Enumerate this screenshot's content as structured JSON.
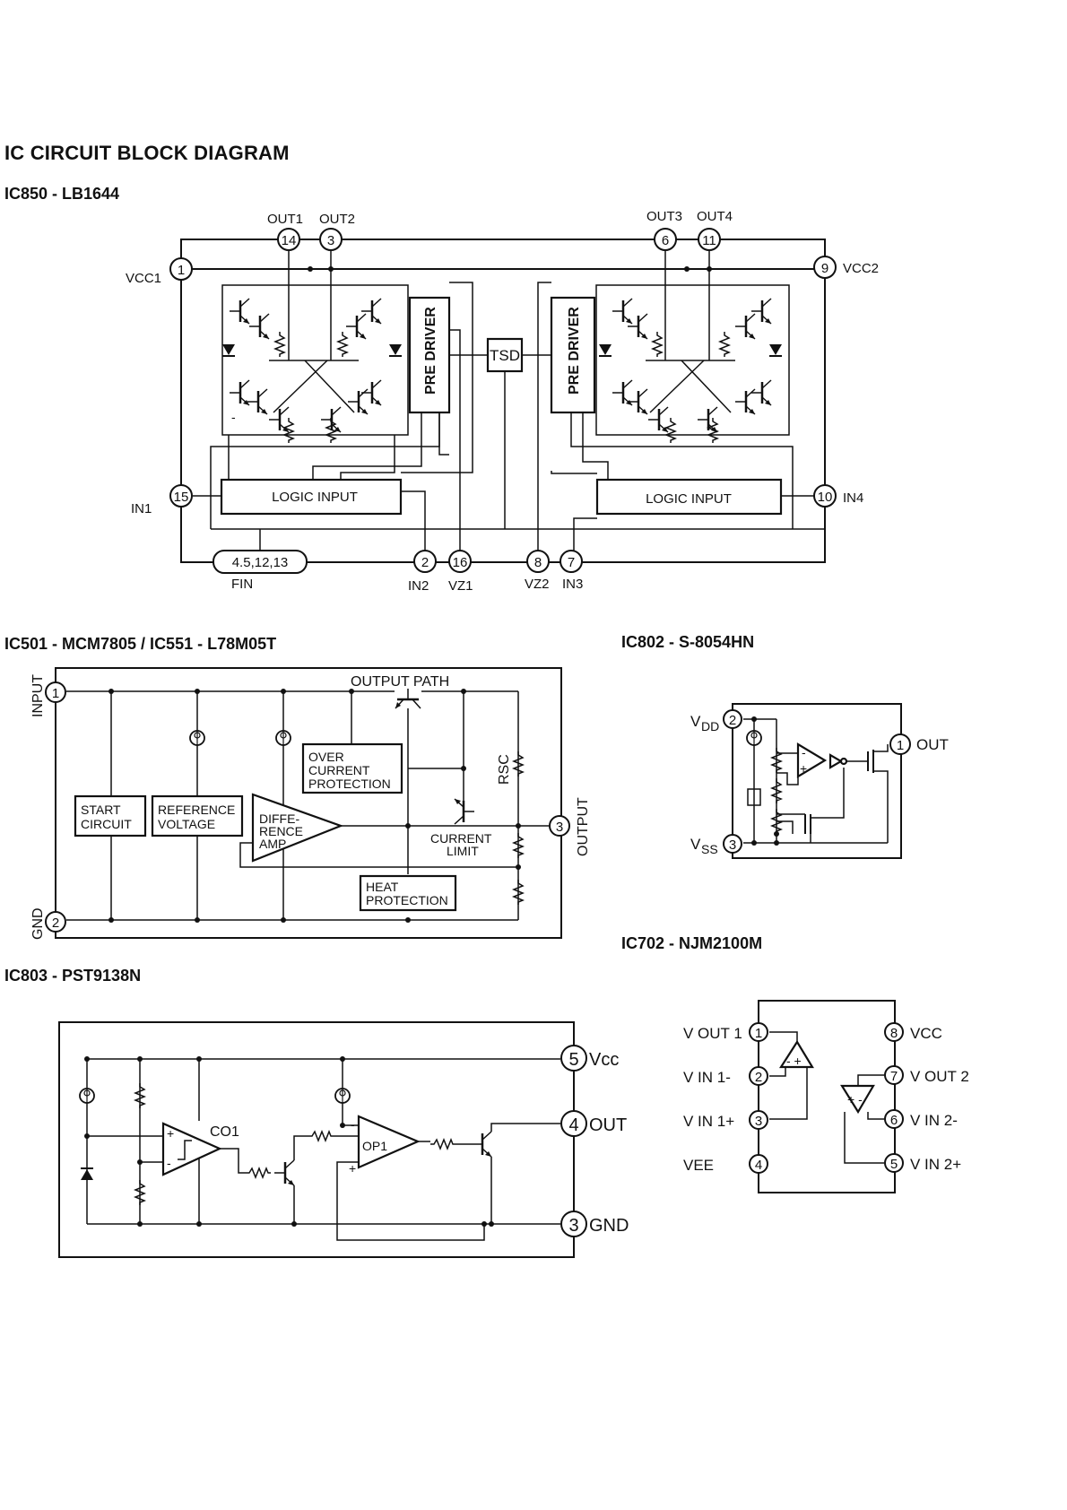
{
  "page_title": "IC CIRCUIT BLOCK DIAGRAM",
  "ic850": {
    "title": "IC850 - LB1644",
    "pins": {
      "p14": "14",
      "p3": "3",
      "p6": "6",
      "p11": "11",
      "p1": "1",
      "p9": "9",
      "p15": "15",
      "p10": "10",
      "fin": "4.5,12,13",
      "p2": "2",
      "p16": "16",
      "p8": "8",
      "p7": "7"
    },
    "labels": {
      "out1": "OUT1",
      "out2": "OUT2",
      "out3": "OUT3",
      "out4": "OUT4",
      "vcc1": "VCC1",
      "vcc2": "VCC2",
      "in1": "IN1",
      "in4": "IN4",
      "fin": "FIN",
      "in2": "IN2",
      "vz1": "VZ1",
      "vz2": "VZ2",
      "in3": "IN3",
      "tsd": "TSD",
      "pre_driver_left": "PRE DRIVER",
      "pre_driver_right": "PRE DRIVER",
      "logic_left": "LOGIC INPUT",
      "logic_right": "LOGIC INPUT"
    }
  },
  "ic501": {
    "title": "IC501 - MCM7805 / IC551 - L78M05T",
    "pins": {
      "p1": "1",
      "p2": "2",
      "p3": "3"
    },
    "labels": {
      "input": "INPUT",
      "gnd": "GND",
      "output": "OUTPUT",
      "output_path": "OUTPUT PATH",
      "rsc": "RSC",
      "start_l1": "START",
      "start_l2": "CIRCUIT",
      "ref_l1": "REFERENCE",
      "ref_l2": "VOLTAGE",
      "diff_l1": "DIFFE-",
      "diff_l2": "RENCE",
      "diff_l3": "AMP",
      "over_l1": "OVER",
      "over_l2": "CURRENT",
      "over_l3": "PROTECTION",
      "cur_l1": "CURRENT",
      "cur_l2": "LIMIT",
      "heat_l1": "HEAT",
      "heat_l2": "PROTECTION"
    }
  },
  "ic802": {
    "title": "IC802 - S-8054HN",
    "pins": {
      "p2": "2",
      "p1": "1",
      "p3": "3"
    },
    "labels": {
      "vdd_main": "V",
      "vdd_sub": "DD",
      "vss_main": "V",
      "vss_sub": "SS",
      "out": "OUT",
      "minus": "-",
      "plus": "+"
    }
  },
  "ic702": {
    "title": "IC702 - NJM2100M",
    "pins": {
      "p1": "1",
      "p2": "2",
      "p3": "3",
      "p4": "4",
      "p5": "5",
      "p6": "6",
      "p7": "7",
      "p8": "8"
    },
    "labels": {
      "vout1": "V OUT 1",
      "vin1m": "V IN 1-",
      "vin1p": "V IN 1+",
      "vee": "VEE",
      "vcc": "VCC",
      "vout2": "V OUT 2",
      "vin2m": "V IN 2-",
      "vin2p": "V IN 2+",
      "amp1": "- +",
      "amp2": "+ -"
    }
  },
  "ic803": {
    "title": "IC803 - PST9138N",
    "pins": {
      "p5": "5",
      "p4": "4",
      "p3": "3"
    },
    "labels": {
      "vcc": "Vcc",
      "out": "OUT",
      "gnd": "GND",
      "co1": "CO1",
      "op1": "OP1",
      "plus": "+",
      "minus": "-"
    }
  }
}
